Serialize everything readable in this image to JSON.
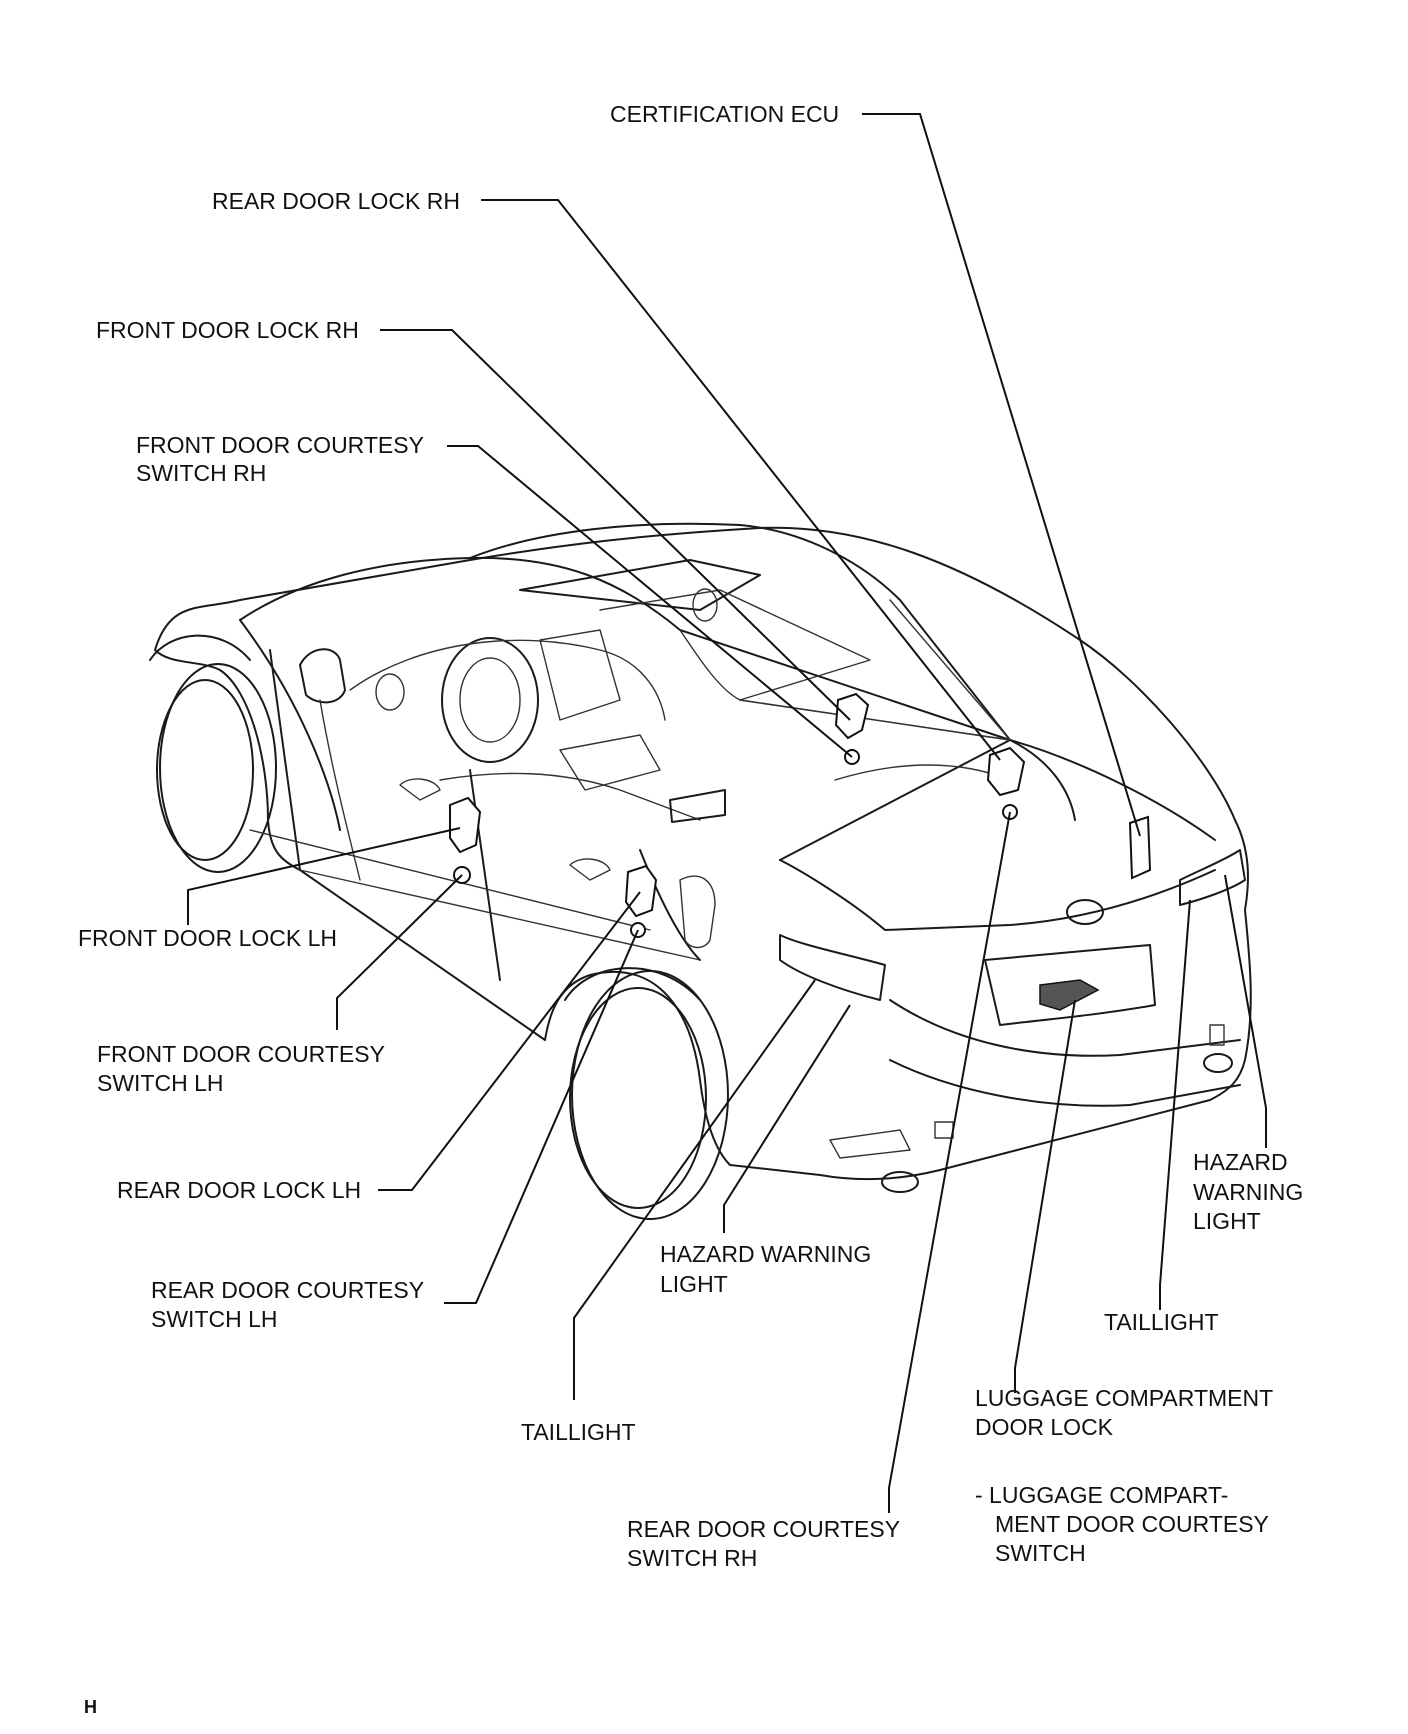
{
  "labels": {
    "certification_ecu": "CERTIFICATION ECU",
    "rear_door_lock_rh": "REAR DOOR LOCK RH",
    "front_door_lock_rh": "FRONT DOOR LOCK RH",
    "front_door_courtesy_switch_rh": [
      "FRONT DOOR COURTESY",
      "SWITCH RH"
    ],
    "front_door_lock_lh": "FRONT DOOR LOCK LH",
    "front_door_courtesy_switch_lh": [
      "FRONT DOOR COURTESY",
      "SWITCH LH"
    ],
    "rear_door_lock_lh": "REAR DOOR LOCK LH",
    "rear_door_courtesy_switch_lh": [
      "REAR DOOR COURTESY",
      "SWITCH LH"
    ],
    "hazard_warning_light_left": [
      "HAZARD WARNING",
      "LIGHT"
    ],
    "taillight_left": "TAILLIGHT",
    "rear_door_courtesy_switch_rh": [
      "REAR DOOR COURTESY",
      "SWITCH RH"
    ],
    "luggage_compartment_door_lock": [
      "LUGGAGE COMPARTMENT",
      "DOOR LOCK"
    ],
    "luggage_compartment_door_courtesy_switch": [
      "- LUGGAGE COMPART-",
      "MENT DOOR COURTESY",
      "SWITCH"
    ],
    "taillight_right": "TAILLIGHT",
    "hazard_warning_light_right": [
      "HAZARD",
      "WARNING",
      "LIGHT"
    ]
  },
  "footer": {
    "mark": "H"
  }
}
